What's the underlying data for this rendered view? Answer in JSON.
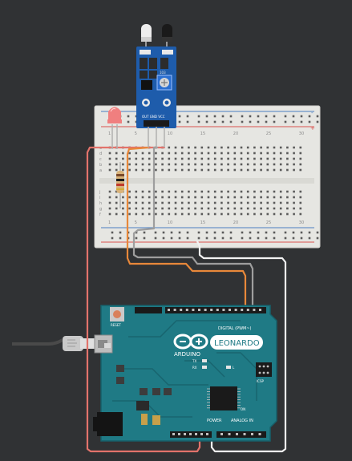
{
  "colors": {
    "background": "#303234",
    "breadboard": "#e6e6e2",
    "rail_red": "#d9534f",
    "rail_blue": "#4a7fc1",
    "pcb": "#1f7a85",
    "pcb_dark": "#17606a",
    "sensor_board": "#1e5cab",
    "wire_power": "#e2736b",
    "wire_signal": "#e8883a",
    "wire_gray": "#9e9e9e",
    "wire_white": "#f2f2f2",
    "led": "#f07f7f",
    "usb_cable": "#4a4a4a"
  },
  "breadboard": {
    "col_numbers": [
      "1",
      "5",
      "10",
      "15",
      "20",
      "25",
      "30"
    ],
    "row_letters_top": [
      "a",
      "b",
      "c",
      "d",
      "e"
    ],
    "row_letters_bottom": [
      "f",
      "g",
      "h",
      "i",
      "j"
    ],
    "rail_plus": "+",
    "rail_minus": "-"
  },
  "ir_sensor": {
    "pin_labels": "OUT GND VCC",
    "pot_label": "103"
  },
  "arduino": {
    "board_name": "LEONARDO",
    "brand": "ARDUINO",
    "digital_label": "DIGITAL (PWM~)",
    "power_label": "POWER",
    "analog_label": "ANALOG IN",
    "reset_label": "RESET",
    "tx_label": "TX",
    "rx_label": "RX",
    "icsp_label": "ICSP",
    "l_label": "L",
    "on_label": "ON"
  }
}
